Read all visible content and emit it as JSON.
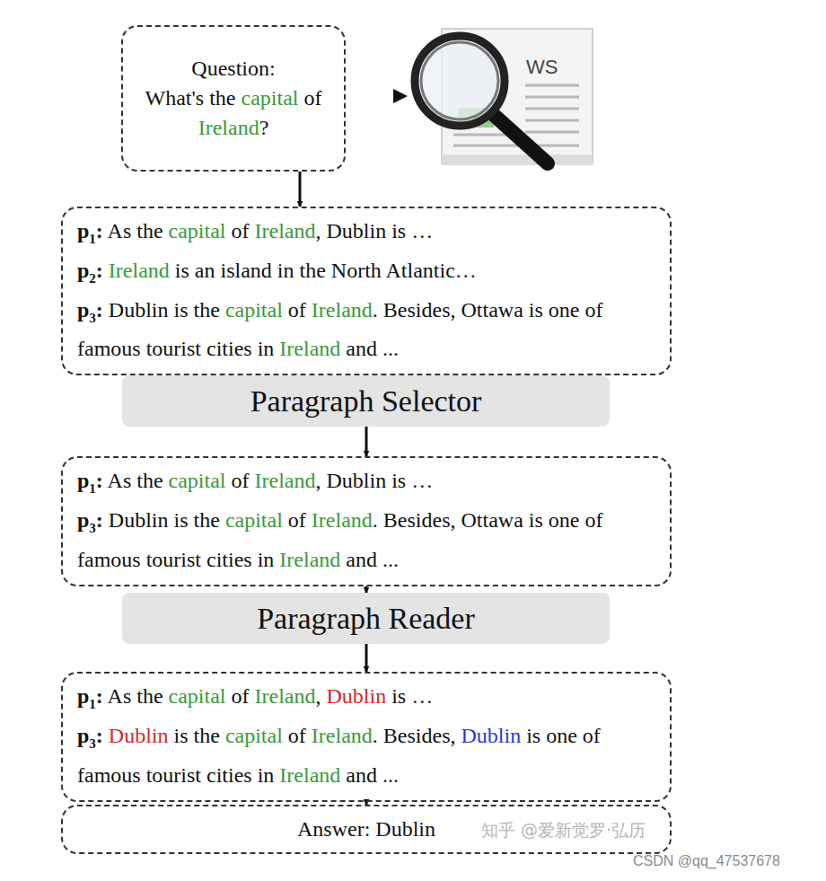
{
  "diagram": {
    "nodes": [
      {
        "text": [
          "Question:",
          "What's the capital of Ireland?"
        ]
      },
      {
        "text": [
          "p1: As the capital of Ireland, Dublin is …",
          "p2: Ireland is an island in the North Atlantic…",
          "p3: Dublin is the capital of Ireland. Besides, Ottawa is one of famous tourist cities in Ireland and ..."
        ]
      },
      {
        "text": [
          "Paragraph Selector"
        ]
      },
      {
        "text": [
          "p1: As the capital of Ireland, Dublin is …",
          "p3: Dublin is the capital of Ireland. Besides, Ottawa is one of famous tourist cities in Ireland and ..."
        ]
      },
      {
        "text": [
          "Paragraph Reader"
        ]
      },
      {
        "text": [
          "p1: As the capital of Ireland, Dublin is …",
          "p3: Dublin is the capital of Ireland. Besides, Dublin is one of famous tourist cities in Ireland and ..."
        ]
      },
      {
        "text": [
          "Answer: Dublin"
        ]
      }
    ],
    "edges": [
      {
        "from": 0,
        "to": 1,
        "arrow": "to"
      },
      {
        "from": 1,
        "to": 2,
        "arrow": "to"
      },
      {
        "from": 2,
        "to": 3,
        "arrow": "to"
      },
      {
        "from": 3,
        "to": 4,
        "arrow": "to"
      },
      {
        "from": 4,
        "to": 5,
        "arrow": "to"
      },
      {
        "from": 5,
        "to": 6,
        "arrow": "to"
      }
    ],
    "labels": [
      "WS",
      "知乎 @爱新觉罗·弘历",
      "CSDN @qq_47537678"
    ]
  }
}
